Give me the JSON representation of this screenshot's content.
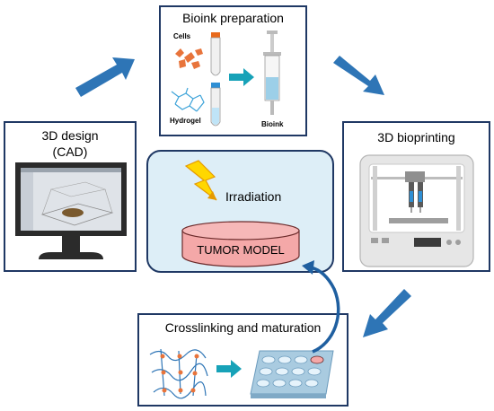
{
  "bioink": {
    "title": "Bioink preparation",
    "cells_label": "Cells",
    "hydrogel_label": "Hydrogel",
    "bioink_label": "Bioink"
  },
  "design": {
    "title_line1": "3D design",
    "title_line2": "(CAD)"
  },
  "printing": {
    "title": "3D bioprinting"
  },
  "center": {
    "irradiation_label": "Irradiation",
    "tumor_label": "TUMOR MODEL"
  },
  "crosslinking": {
    "title": "Crosslinking and maturation"
  },
  "colors": {
    "box_border": "#1f3864",
    "arrow_blue": "#2e75b6",
    "center_fill": "#ddeef7",
    "tumor_fill": "#f4a8a8",
    "bolt_fill": "#ffd700",
    "teal_arrow": "#17a2b8"
  }
}
